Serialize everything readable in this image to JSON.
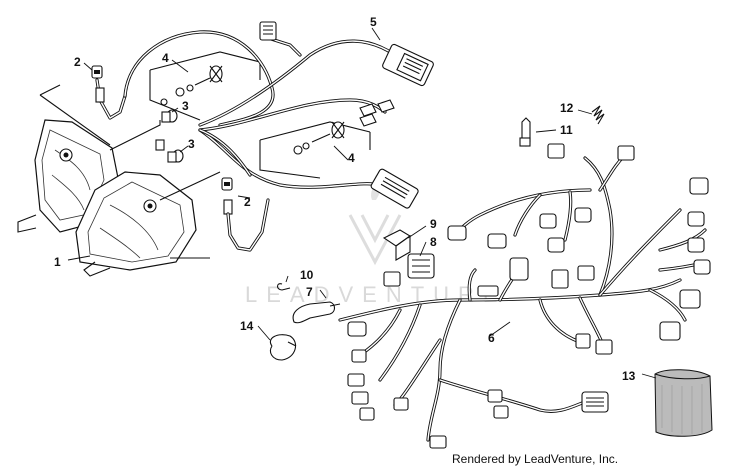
{
  "watermark": {
    "text": "LEADVENTURE"
  },
  "footer": {
    "credit": "Rendered by LeadVenture, Inc."
  },
  "callouts": [
    {
      "id": "1",
      "label": "1"
    },
    {
      "id": "2a",
      "label": "2"
    },
    {
      "id": "2b",
      "label": "2"
    },
    {
      "id": "3a",
      "label": "3"
    },
    {
      "id": "3b",
      "label": "3"
    },
    {
      "id": "4a",
      "label": "4"
    },
    {
      "id": "4b",
      "label": "4"
    },
    {
      "id": "5",
      "label": "5"
    },
    {
      "id": "6",
      "label": "6"
    },
    {
      "id": "7",
      "label": "7"
    },
    {
      "id": "8",
      "label": "8"
    },
    {
      "id": "9",
      "label": "9"
    },
    {
      "id": "10",
      "label": "10"
    },
    {
      "id": "11",
      "label": "11"
    },
    {
      "id": "12",
      "label": "12"
    },
    {
      "id": "13",
      "label": "13"
    },
    {
      "id": "14",
      "label": "14"
    }
  ]
}
